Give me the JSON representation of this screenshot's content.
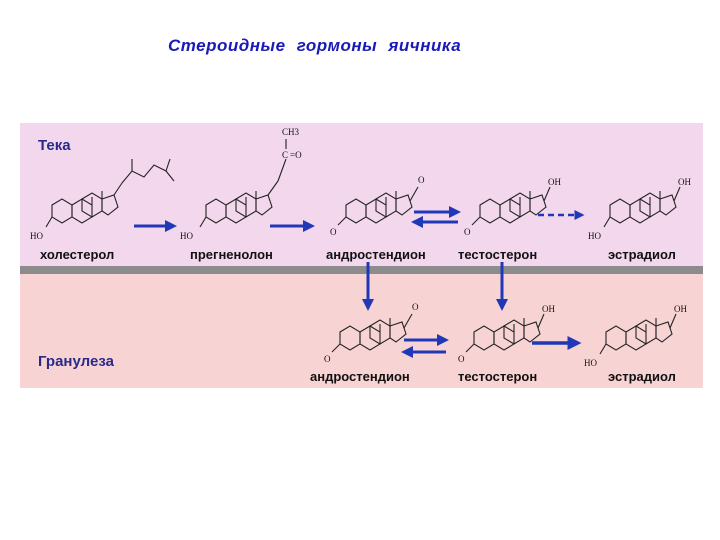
{
  "title": "Стероидные гормоны яичника",
  "zones": {
    "theca": "Тека",
    "granulosa": "Гранулеза"
  },
  "compounds": {
    "cholesterol": "холестерол",
    "pregnenolone": "прегненолон",
    "androstenedione": "андростендион",
    "testosterone": "тестостерон",
    "estradiol": "эстрадиол"
  },
  "atoms": {
    "ho": "HO",
    "oh": "OH",
    "o": "O",
    "ch3": "CH3",
    "c": "C",
    "eq": "=O"
  },
  "colors": {
    "theca_bg": "#f3d7ec",
    "granulosa_bg": "#f7d3d3",
    "divider": "#8c8c8c",
    "arrow": "#2038b8",
    "title": "#1a1ab8"
  }
}
